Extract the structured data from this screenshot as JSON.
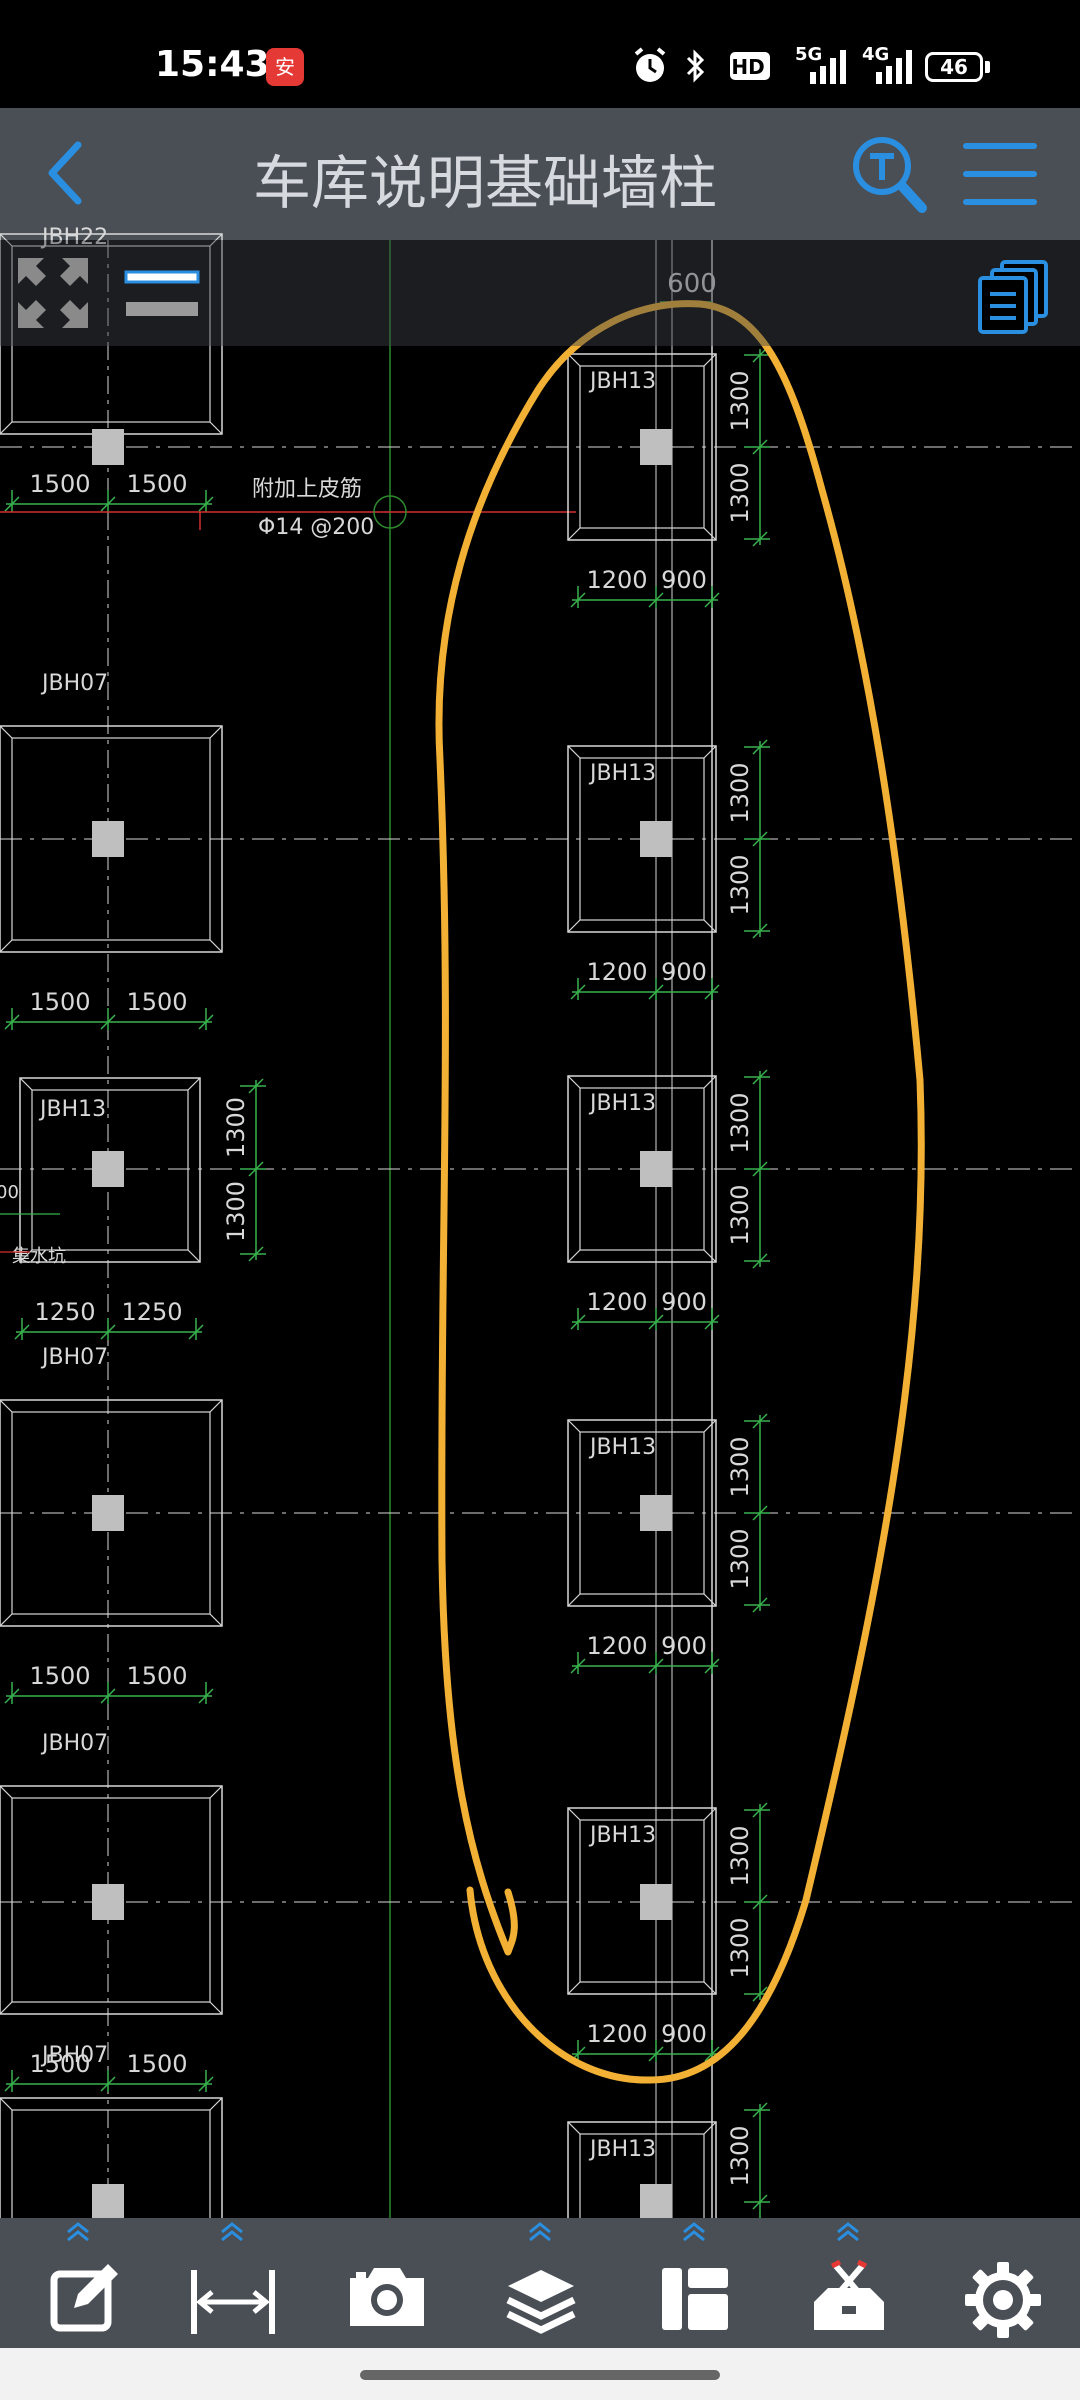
{
  "status_bar": {
    "time": "15:43",
    "app_badge": "安",
    "icons": [
      "alarm-icon",
      "bluetooth-icon",
      "hd-icon"
    ],
    "hd_label": "HD",
    "net1_label": "5G",
    "net2_label": "4G",
    "battery": "46"
  },
  "header": {
    "title": "车库说明基础墙柱",
    "back_icon": "chevron-left-icon",
    "search_icon": "text-search-icon",
    "menu_icon": "hamburger-icon"
  },
  "canvas_toolbar": {
    "fullscreen_icon": "expand-arrows-icon",
    "line_style_icon": "line-style-icon",
    "docs_icon": "documents-icon"
  },
  "drawing": {
    "top_label": "600",
    "annotation_line1": "附加上皮筋",
    "annotation_line2": "Φ14 @200",
    "side_text": "集水坑",
    "side_num": "00",
    "left_labels": [
      "JBH22",
      "JBH07",
      "JBH13",
      "JBH07",
      "JBH07",
      "JBH07"
    ],
    "left_dims": [
      [
        "1500",
        "1500"
      ],
      [
        "1500",
        "1500"
      ],
      [
        "1250",
        "1250"
      ],
      [
        "1500",
        "1500"
      ],
      [
        "1500",
        "1500"
      ]
    ],
    "mid_vdims": [
      "1300",
      "1300"
    ],
    "right_labels": [
      "JBH13",
      "JBH13",
      "JBH13",
      "JBH13",
      "JBH13",
      "JBH13"
    ],
    "right_hdims": [
      "1200",
      "900"
    ],
    "right_vdims": [
      "1300",
      "1300"
    ],
    "colors": {
      "frame": "#d8d8d8",
      "dimension": "#37b24d",
      "axis": "#2e8b2e",
      "rebar": "#d32f2f",
      "highlight": "#f2b134",
      "accent": "#2a8fe0"
    }
  },
  "bottom_toolbar": {
    "tools": [
      {
        "name": "edit-tool-button",
        "icon": "edit-icon"
      },
      {
        "name": "measure-tool-button",
        "icon": "measure-arrows-icon"
      },
      {
        "name": "camera-tool-button",
        "icon": "camera-icon"
      },
      {
        "name": "layers-tool-button",
        "icon": "layers-icon"
      },
      {
        "name": "layout-tool-button",
        "icon": "layout-panels-icon"
      },
      {
        "name": "tools-button",
        "icon": "toolbox-icon"
      },
      {
        "name": "settings-button",
        "icon": "gear-icon"
      }
    ]
  }
}
